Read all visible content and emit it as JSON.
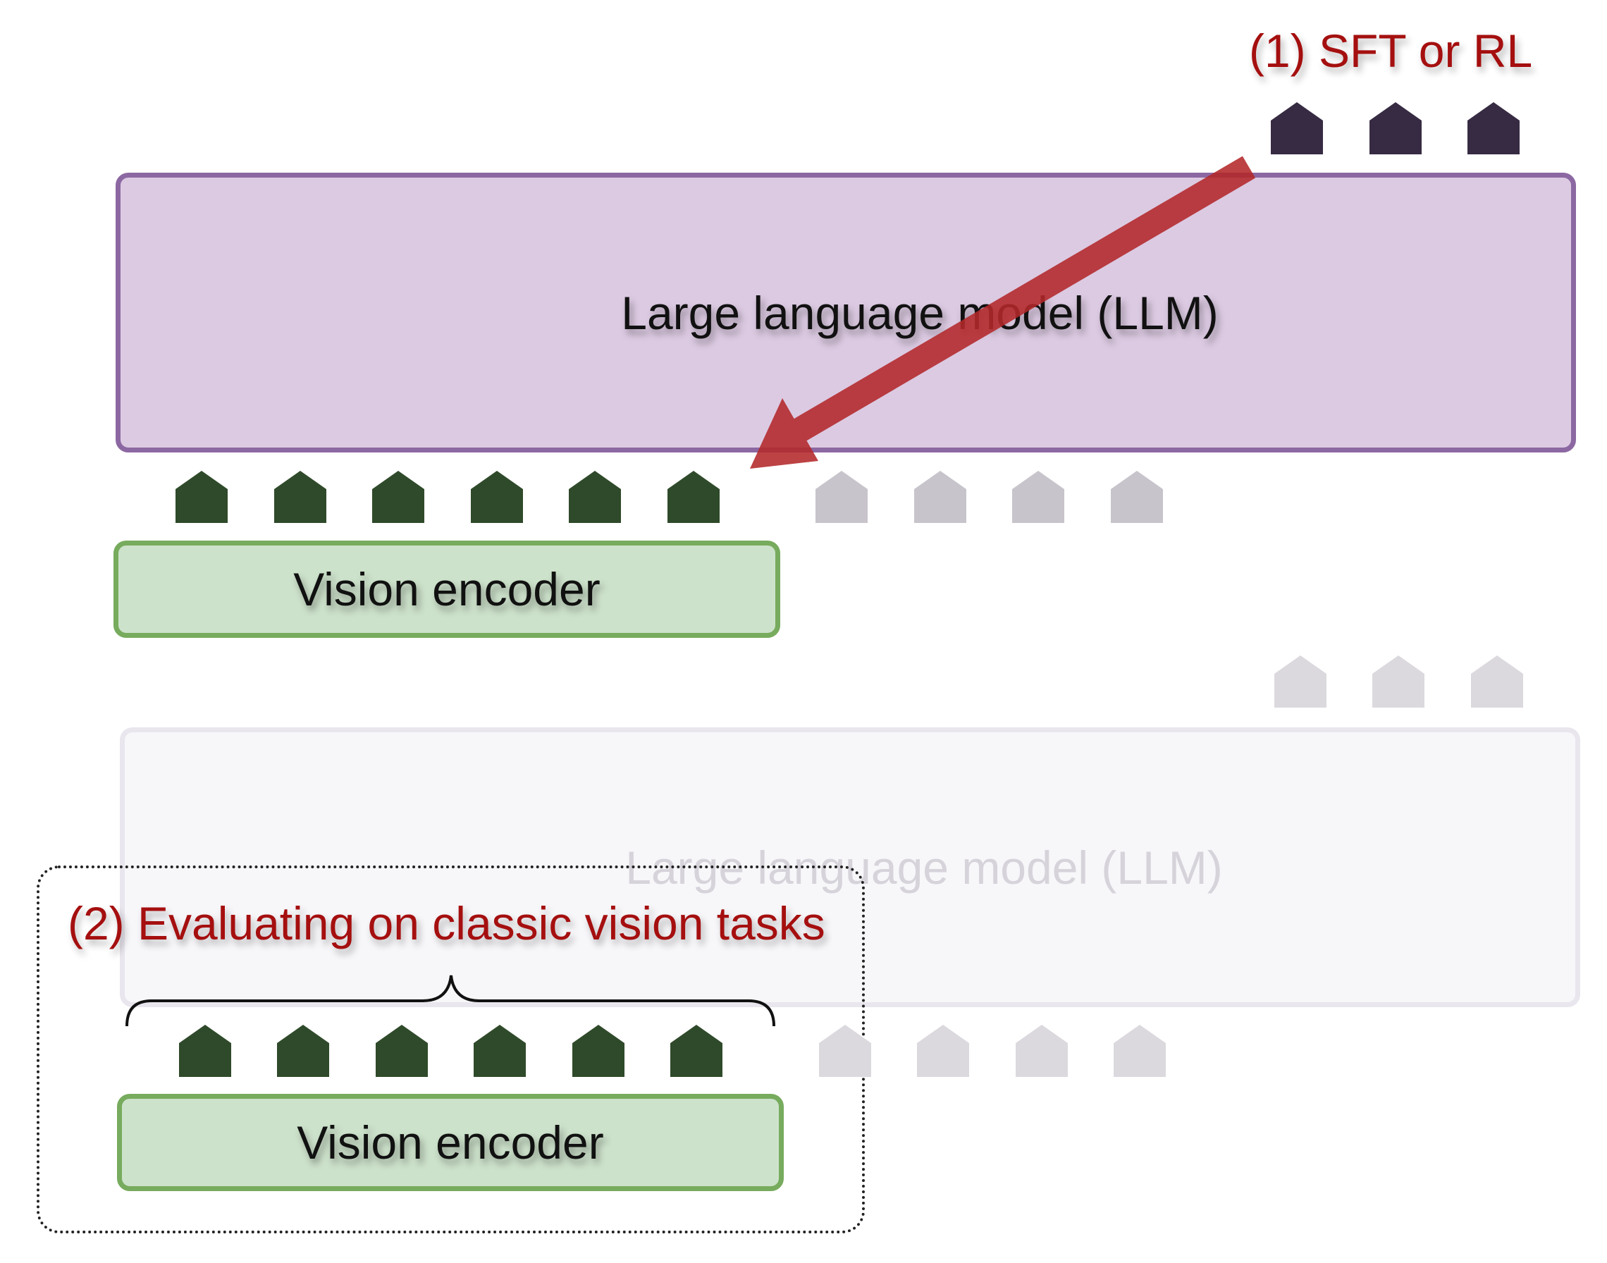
{
  "diagram": {
    "llm_top_label": "Large language model (LLM)",
    "llm_bottom_label": "Large language model (LLM)",
    "encoder_top_label": "Vision encoder",
    "encoder_bottom_label": "Vision encoder",
    "step1_label": "(1) SFT or RL",
    "step2_label": "(2) Evaluating on classic vision tasks"
  },
  "colors": {
    "token_vision": "#2f4a2a",
    "token_output": "#372b43",
    "token_faded": "#c8c4cb",
    "token_faded_light": "#dcd9de",
    "arrow": "#b3282a",
    "annotation_text": "#a50f0f"
  },
  "icons": {
    "token": "pentagon-token-icon",
    "arrow": "diagonal-arrow-icon",
    "brace": "curly-brace-icon"
  }
}
